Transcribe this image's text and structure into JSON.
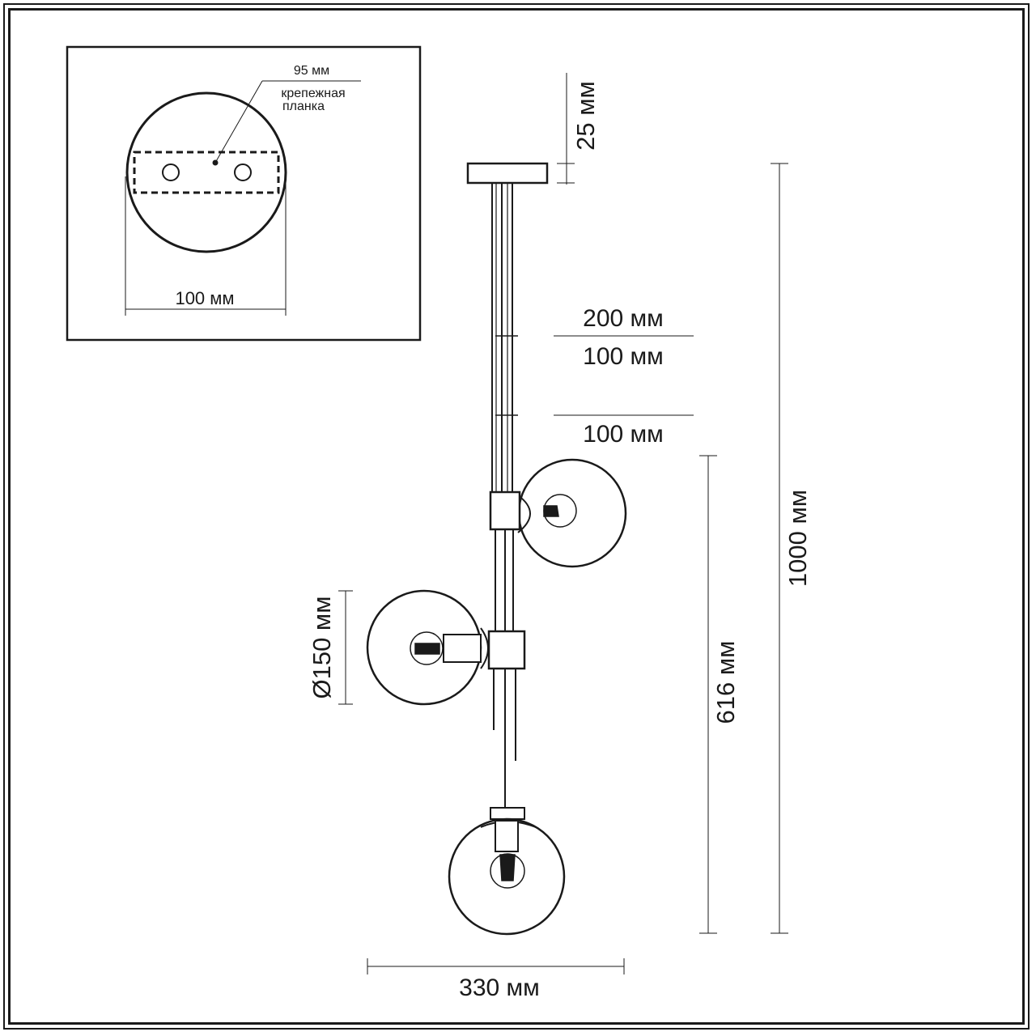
{
  "inset": {
    "mount_plate_width": "95 мм",
    "mount_plate_label_line1": "крепежная",
    "mount_plate_label_line2": "планка",
    "canopy_diameter": "100 мм"
  },
  "dimensions": {
    "canopy_height": "25 мм",
    "rod_top_segment": "200 мм",
    "rod_mid_segment": "100 мм",
    "rod_low_segment": "100 мм",
    "globe_diameter": "Ø150 мм",
    "lower_height": "616 мм",
    "total_height": "1000 мм",
    "total_width": "330 мм"
  },
  "colors": {
    "line": "#1a1a1a",
    "background": "#ffffff"
  }
}
